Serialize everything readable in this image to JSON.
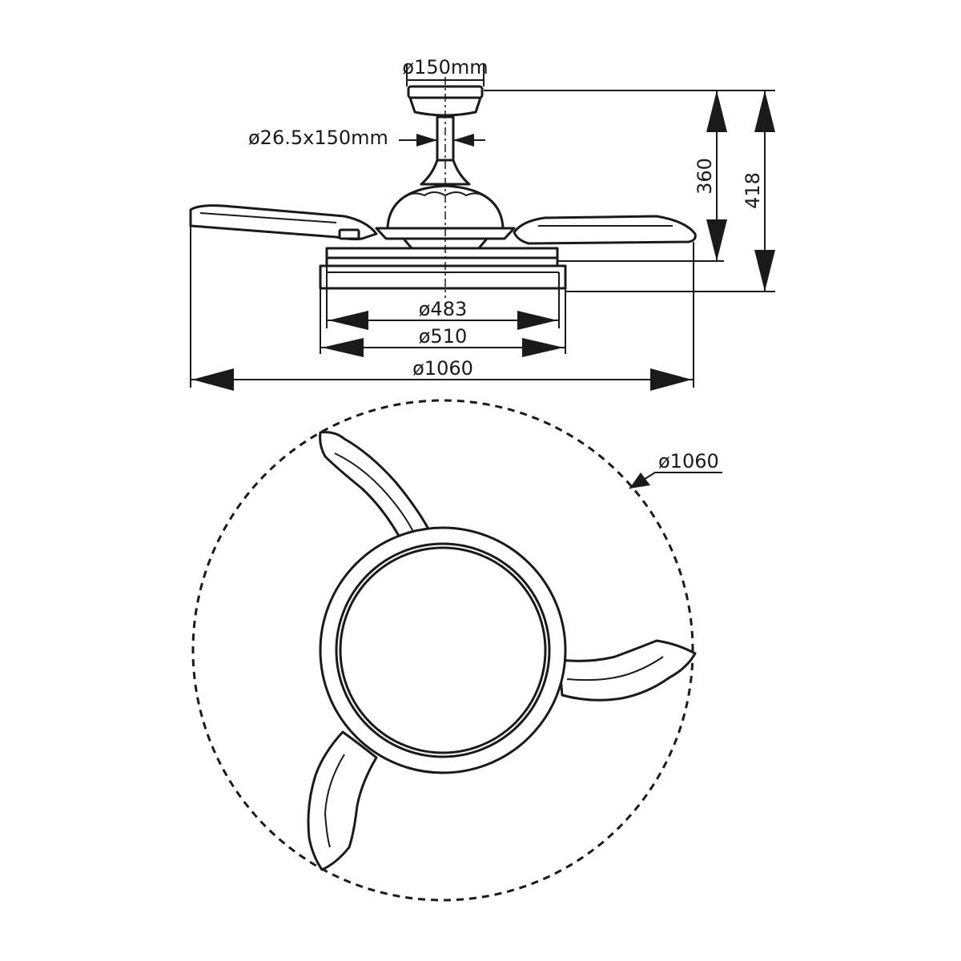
{
  "dimensions": {
    "canopy_diameter": "ø150mm",
    "downrod": "ø26.5x150mm",
    "height_short": "360",
    "height_total": "418",
    "light_inner_diameter": "ø483",
    "light_outer_diameter": "ø510",
    "span_side": "ø1060",
    "span_plan": "ø1060"
  },
  "colors": {
    "line": "#1a1a1a",
    "background": "#ffffff"
  }
}
